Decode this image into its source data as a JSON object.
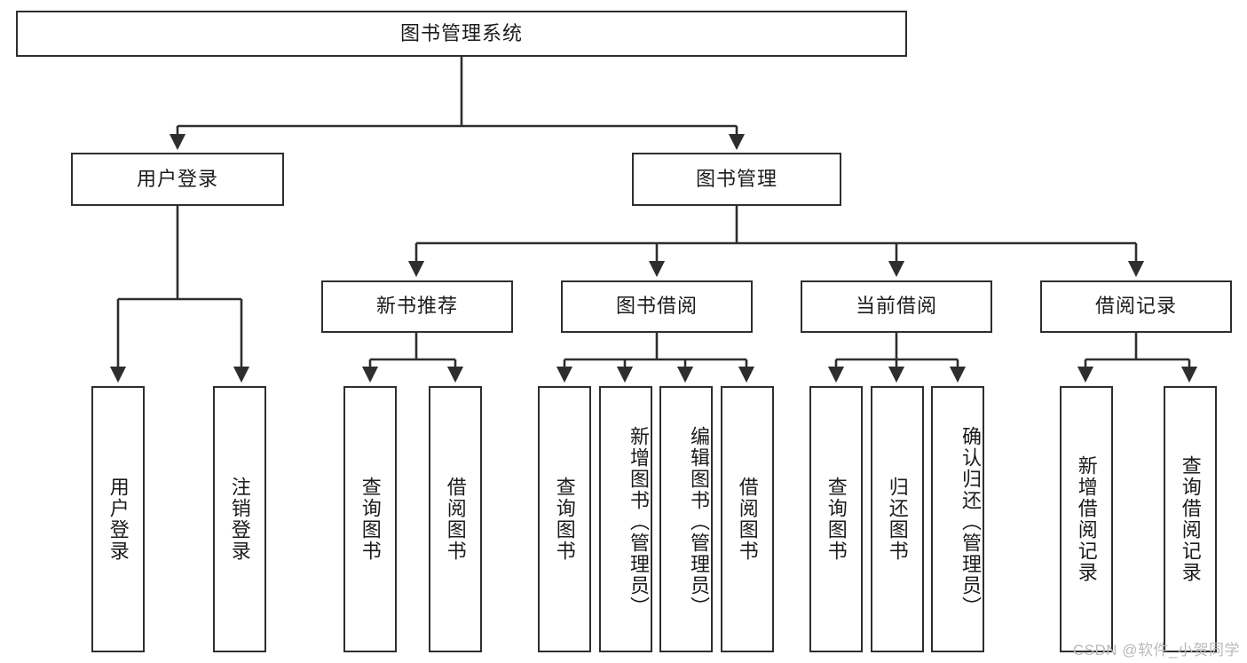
{
  "diagram": {
    "type": "tree-hierarchy",
    "title": "图书管理系统",
    "watermark": "CSDN @软件_小贺同学",
    "colors": {
      "background": "#ffffff",
      "box_fill": "#ffffff",
      "box_stroke": "#2e2e2e",
      "connector": "#2e2e2e",
      "text": "#1b1b1b",
      "watermark": "#b9b9b9"
    },
    "levels": {
      "root": "图书管理系统",
      "level2": [
        "用户登录",
        "图书管理"
      ],
      "level3": [
        "新书推荐",
        "图书借阅",
        "当前借阅",
        "借阅记录"
      ]
    },
    "nodes": {
      "root": {
        "label": "图书管理系统"
      },
      "user_login": {
        "label": "用户登录"
      },
      "book_mgmt": {
        "label": "图书管理"
      },
      "new_book_rec": {
        "label": "新书推荐"
      },
      "book_borrow": {
        "label": "图书借阅"
      },
      "current_borrow": {
        "label": "当前借阅"
      },
      "borrow_record": {
        "label": "借阅记录"
      },
      "leaf_user_login": {
        "label": "用户登录"
      },
      "leaf_logout": {
        "label": "注销登录"
      },
      "leaf_query_book_1": {
        "label": "查询图书"
      },
      "leaf_borrow_book_1": {
        "label": "借阅图书"
      },
      "leaf_query_book_2": {
        "label": "查询图书"
      },
      "leaf_add_book": {
        "label": "新增图书（管理员）"
      },
      "leaf_edit_book": {
        "label": "编辑图书（管理员）"
      },
      "leaf_borrow_book_2": {
        "label": "借阅图书"
      },
      "leaf_query_book_3": {
        "label": "查询图书"
      },
      "leaf_return_book": {
        "label": "归还图书"
      },
      "leaf_confirm_return": {
        "label": "确认归还（管理员）"
      },
      "leaf_add_record": {
        "label": "新增借阅记录"
      },
      "leaf_query_record": {
        "label": "查询借阅记录"
      }
    },
    "edges": [
      {
        "from": "root",
        "to": "user_login"
      },
      {
        "from": "root",
        "to": "book_mgmt"
      },
      {
        "from": "user_login",
        "to": "leaf_user_login"
      },
      {
        "from": "user_login",
        "to": "leaf_logout"
      },
      {
        "from": "book_mgmt",
        "to": "new_book_rec"
      },
      {
        "from": "book_mgmt",
        "to": "book_borrow"
      },
      {
        "from": "book_mgmt",
        "to": "current_borrow"
      },
      {
        "from": "book_mgmt",
        "to": "borrow_record"
      },
      {
        "from": "new_book_rec",
        "to": "leaf_query_book_1"
      },
      {
        "from": "new_book_rec",
        "to": "leaf_borrow_book_1"
      },
      {
        "from": "book_borrow",
        "to": "leaf_query_book_2"
      },
      {
        "from": "book_borrow",
        "to": "leaf_add_book"
      },
      {
        "from": "book_borrow",
        "to": "leaf_edit_book"
      },
      {
        "from": "book_borrow",
        "to": "leaf_borrow_book_2"
      },
      {
        "from": "current_borrow",
        "to": "leaf_query_book_3"
      },
      {
        "from": "current_borrow",
        "to": "leaf_return_book"
      },
      {
        "from": "current_borrow",
        "to": "leaf_confirm_return"
      },
      {
        "from": "borrow_record",
        "to": "leaf_add_record"
      },
      {
        "from": "borrow_record",
        "to": "leaf_query_record"
      }
    ]
  }
}
